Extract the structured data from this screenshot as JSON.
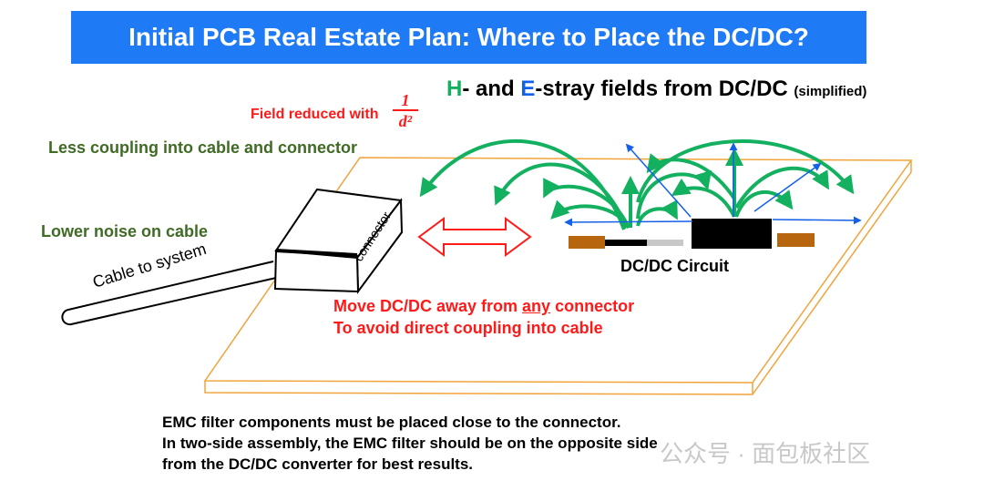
{
  "title": "Initial PCB Real Estate Plan: Where to Place the DC/DC?",
  "stray_heading": {
    "h_letter": "H",
    "mid1": "- and ",
    "e_letter": "E",
    "mid2": "-stray fields from DC/DC ",
    "small": "(simplified)"
  },
  "field_reduced": {
    "label": "Field reduced with",
    "numerator": "1",
    "denominator": "d²"
  },
  "less_coupling": "Less coupling into cable and connector",
  "lower_noise": "Lower noise on cable",
  "cable_label": "Cable to system",
  "connector_label": "connector",
  "dcdc_label": "DC/DC Circuit",
  "move_note": {
    "line1_pre": "Move DC/DC away from ",
    "line1_underlined": "any",
    "line1_post": " connector",
    "line2": "To avoid direct coupling into cable"
  },
  "bottom_notes": [
    "EMC filter components must be placed close to the connector.",
    "In two-side assembly, the EMC filter should be on the opposite side",
    "from the DC/DC converter for best results."
  ],
  "watermark": "公众号 · 面包板社区",
  "colors": {
    "title_bg": "#1f7af5",
    "h_field": "#13b15f",
    "e_field": "#1560e8",
    "red_text": "#ff1a1a",
    "green_text": "#3f6b25",
    "board_edge": "#f2a33a",
    "copper": "#b8650f"
  }
}
